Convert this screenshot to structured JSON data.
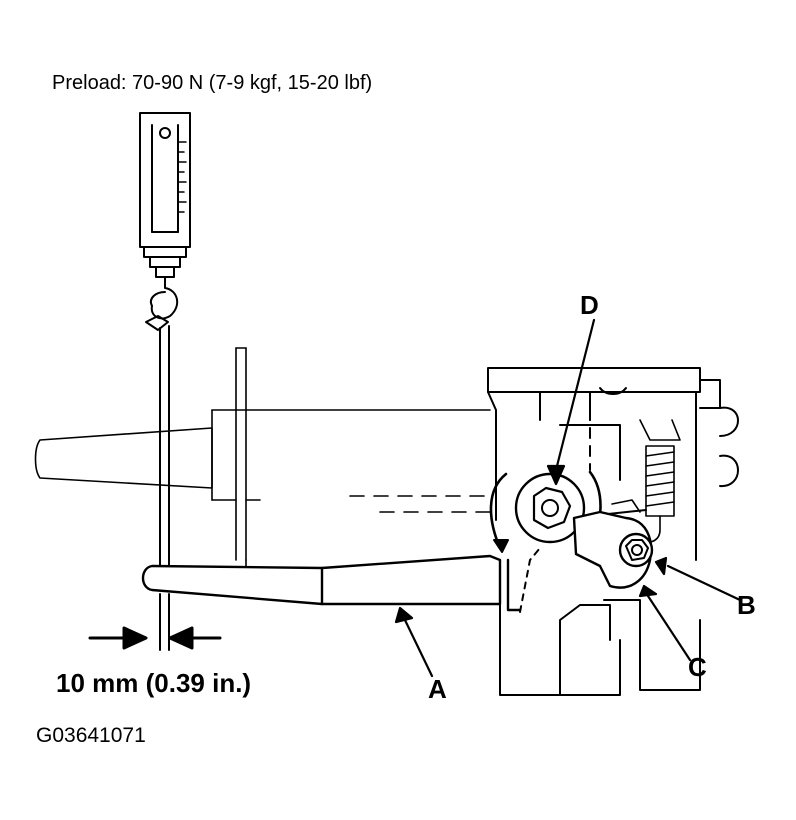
{
  "preload": "Preload: 70-90 N (7-9 kgf, 15-20 lbf)",
  "dimension": "10 mm (0.39 in.)",
  "figure_code": "G03641071",
  "callouts": {
    "a": "A",
    "b": "B",
    "c": "C",
    "d": "D"
  },
  "colors": {
    "ink": "#000000",
    "paper": "#ffffff"
  }
}
